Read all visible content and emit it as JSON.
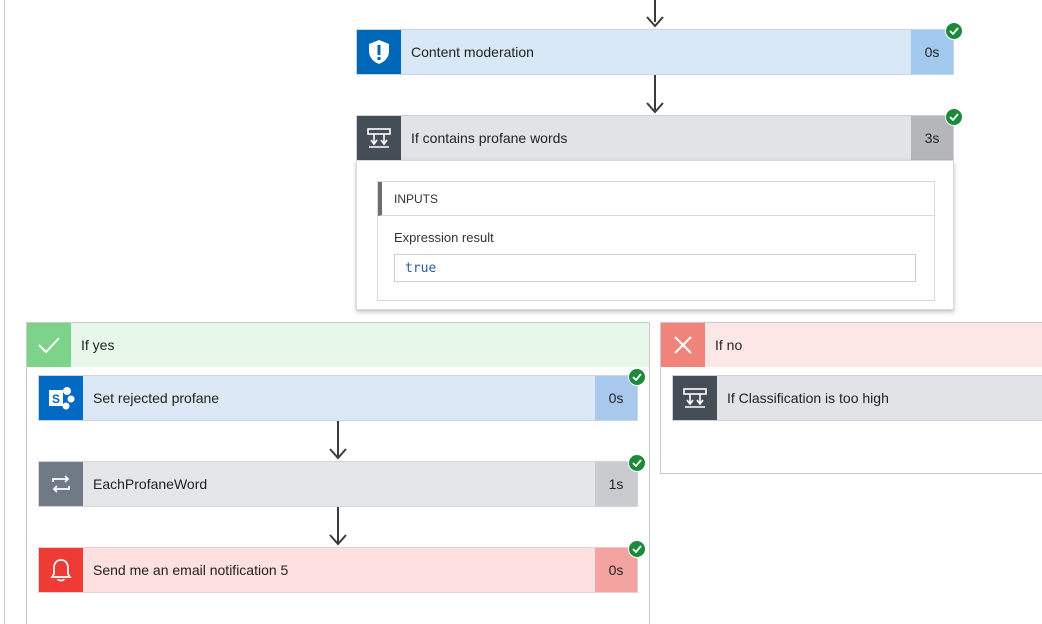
{
  "flow": {
    "content_moderation": {
      "title": "Content moderation",
      "duration": "0s",
      "status": "succeeded",
      "icon": "shield-alert-icon"
    },
    "condition": {
      "title": "If contains profane words",
      "duration": "3s",
      "status": "succeeded",
      "icon": "condition-icon",
      "inputs": {
        "heading": "INPUTS",
        "label": "Expression result",
        "value": "true"
      }
    },
    "if_yes": {
      "label": "If yes",
      "icon": "checkmark-icon",
      "actions": [
        {
          "title": "Set rejected profane",
          "duration": "0s",
          "status": "succeeded",
          "icon": "sharepoint-icon"
        },
        {
          "title": "EachProfaneWord",
          "duration": "1s",
          "status": "succeeded",
          "icon": "loop-icon"
        },
        {
          "title": "Send me an email notification 5",
          "duration": "0s",
          "status": "succeeded",
          "icon": "bell-icon"
        }
      ]
    },
    "if_no": {
      "label": "If no",
      "icon": "x-icon",
      "actions": [
        {
          "title": "If Classification is too high",
          "icon": "condition-icon"
        }
      ]
    }
  },
  "colors": {
    "moderation_accent": "#0067b8",
    "moderation_bg": "#d9e8f6",
    "moderation_dur_bg": "#a3c9ee",
    "condition_accent": "#454d57",
    "condition_bg": "#e2e3e6",
    "condition_dur_bg": "#b4b6ba",
    "yes_accent": "#7dd389",
    "yes_bg": "#e7f7e9",
    "no_accent": "#f0847c",
    "no_bg": "#fde7e6",
    "sharepoint_accent": "#036ac4",
    "sharepoint_bg": "#dce8f5",
    "loop_accent": "#707a86",
    "loop_bg": "#e4e6ea",
    "email_accent": "#ee3b35",
    "email_bg": "#fde0df",
    "email_dur_bg": "#f4a4a0",
    "success": "#1b8a3b"
  }
}
